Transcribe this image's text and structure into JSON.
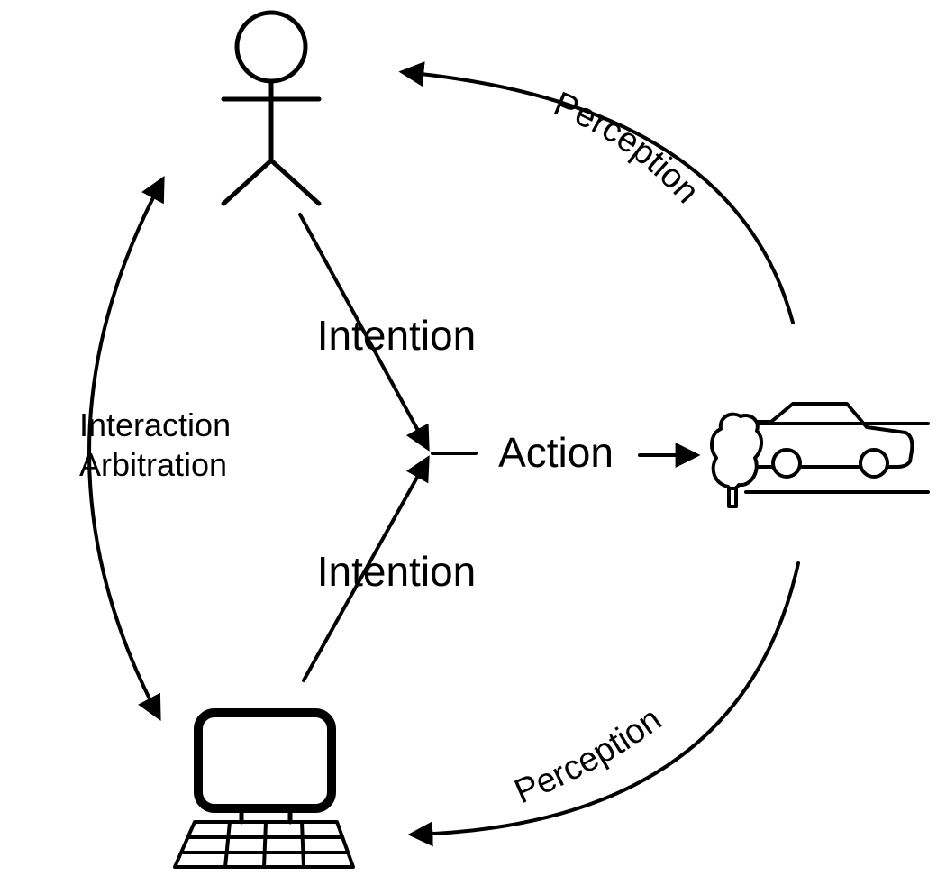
{
  "labels": {
    "intention_top": "Intention",
    "intention_bottom": "Intention",
    "action": "Action",
    "interaction_line1": "Interaction",
    "interaction_line2": "Arbitration",
    "perception_top": "Perception",
    "perception_bottom": "Perception"
  },
  "nodes": {
    "human": "stick-figure-icon",
    "computer": "computer-icon",
    "vehicle": "car-icon"
  },
  "colors": {
    "stroke": "#000000",
    "background": "#ffffff"
  }
}
